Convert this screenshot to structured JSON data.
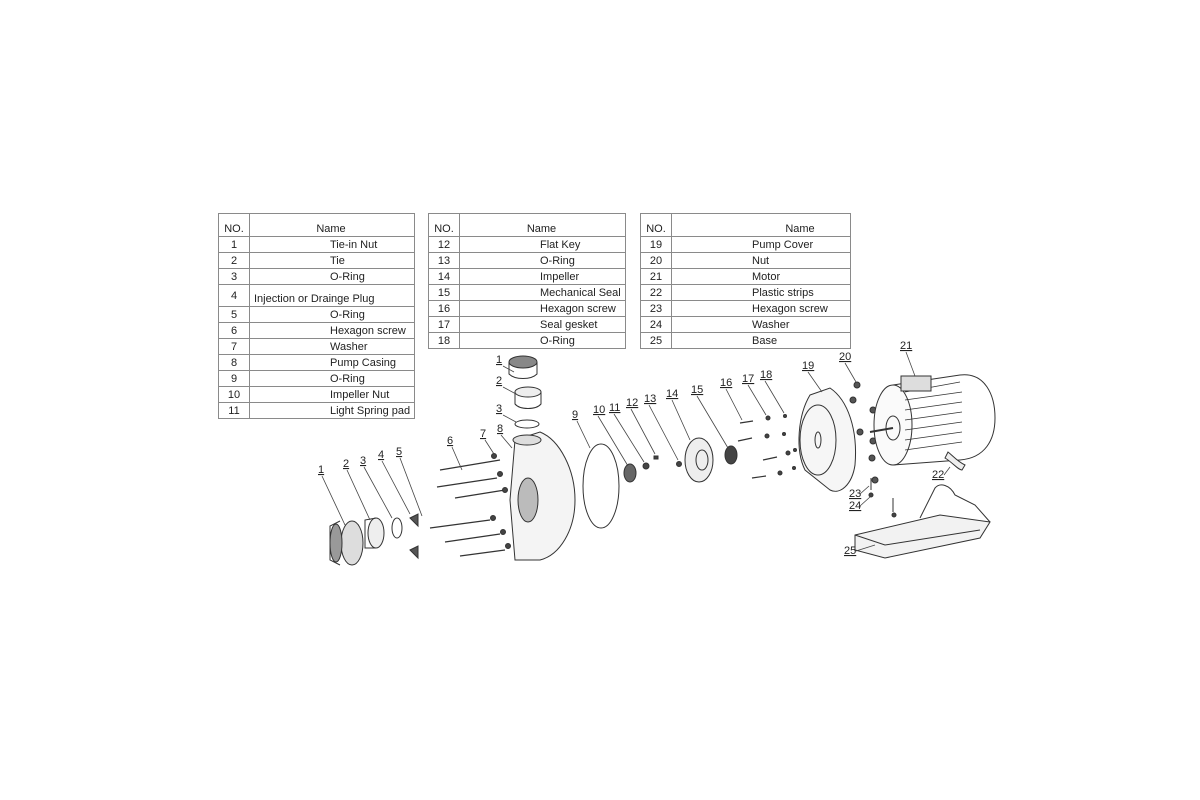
{
  "tables": [
    {
      "header": {
        "no": "NO.",
        "name": "Name"
      },
      "rows": [
        {
          "no": "1",
          "name": "Tie-in Nut"
        },
        {
          "no": "2",
          "name": "Tie"
        },
        {
          "no": "3",
          "name": "O-Ring"
        },
        {
          "no": "4",
          "name": "Injection or Drainge Plug"
        },
        {
          "no": "5",
          "name": "O-Ring"
        },
        {
          "no": "6",
          "name": "Hexagon screw"
        },
        {
          "no": "7",
          "name": "Washer"
        },
        {
          "no": "8",
          "name": "Pump Casing"
        },
        {
          "no": "9",
          "name": "O-Ring"
        },
        {
          "no": "10",
          "name": "Impeller Nut"
        },
        {
          "no": "11",
          "name": "Light Spring pad"
        }
      ]
    },
    {
      "header": {
        "no": "NO.",
        "name": "Name"
      },
      "rows": [
        {
          "no": "12",
          "name": "Flat Key"
        },
        {
          "no": "13",
          "name": "O-Ring"
        },
        {
          "no": "14",
          "name": "Impeller"
        },
        {
          "no": "15",
          "name": "Mechanical Seal"
        },
        {
          "no": "16",
          "name": "Hexagon screw"
        },
        {
          "no": "17",
          "name": "Seal gesket"
        },
        {
          "no": "18",
          "name": "O-Ring"
        }
      ]
    },
    {
      "header": {
        "no": "NO.",
        "name": "Name"
      },
      "rows": [
        {
          "no": "19",
          "name": "Pump Cover"
        },
        {
          "no": "20",
          "name": "Nut"
        },
        {
          "no": "21",
          "name": "Motor"
        },
        {
          "no": "22",
          "name": "Plastic strips"
        },
        {
          "no": "23",
          "name": "Hexagon screw"
        },
        {
          "no": "24",
          "name": "Washer"
        },
        {
          "no": "25",
          "name": "Base"
        }
      ]
    }
  ],
  "callouts": [
    "1",
    "2",
    "3",
    "4",
    "5",
    "6",
    "7",
    "8",
    "9",
    "10",
    "11",
    "12",
    "13",
    "14",
    "15",
    "16",
    "17",
    "18",
    "1",
    "2",
    "3",
    "19",
    "20",
    "21",
    "22",
    "23",
    "24",
    "25"
  ],
  "colors": {
    "line": "#333333",
    "table_border": "#8a8a8a"
  }
}
